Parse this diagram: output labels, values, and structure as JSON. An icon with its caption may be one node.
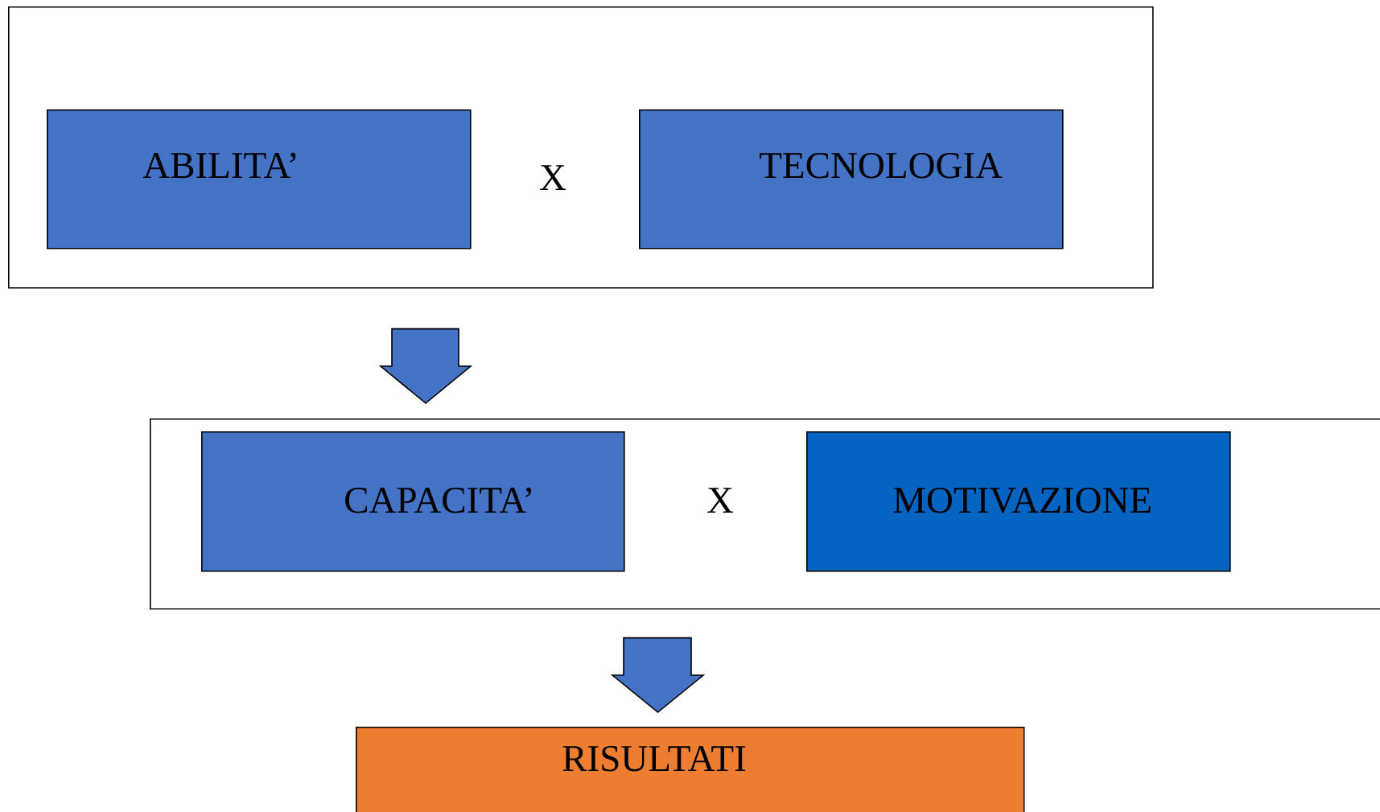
{
  "diagram": {
    "nodes": [
      {
        "text": [],
        "shape": "box"
      },
      {
        "text": [
          "ABILITA’"
        ],
        "in": 0
      },
      {
        "text": [
          "TECNOLOGIA"
        ],
        "in": 0
      },
      {
        "text": [],
        "shape": "box"
      },
      {
        "text": [
          "CAPACITA’"
        ],
        "in": 3
      },
      {
        "text": [
          "MOTIVAZIONE"
        ],
        "in": 3
      },
      {
        "text": [
          "RISULTATI"
        ]
      }
    ],
    "edges": [
      {
        "from": 0,
        "to": 3,
        "arrow": "to"
      },
      {
        "from": 3,
        "to": 6,
        "arrow": "to"
      }
    ],
    "labels": [
      "X",
      "X"
    ]
  }
}
